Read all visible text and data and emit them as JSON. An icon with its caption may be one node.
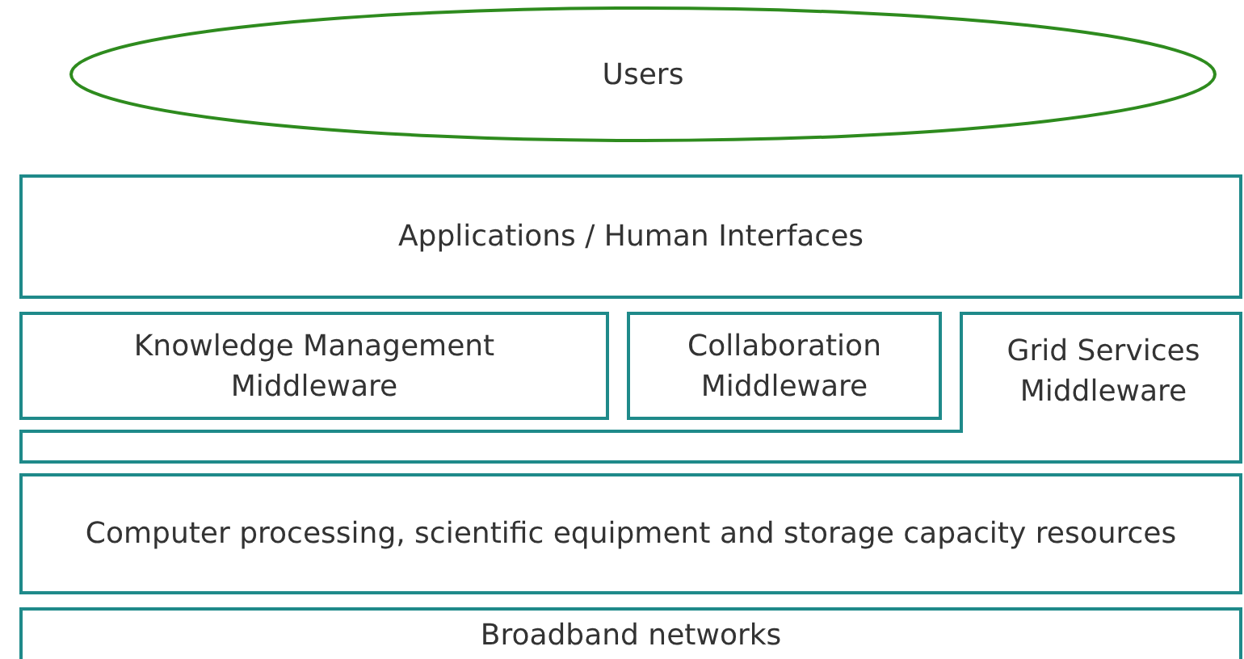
{
  "diagram": {
    "nodes": [
      {
        "text": [
          "Users"
        ]
      },
      {
        "text": [
          "Applications / Human Interfaces"
        ]
      },
      {
        "text": [
          "Knowledge Management Middleware"
        ]
      },
      {
        "text": [
          "Collaboration Middleware"
        ]
      },
      {
        "text": [
          "Grid Services Middleware"
        ]
      },
      {
        "text": [
          "Computer processing, scientific equipment and storage capacity resources"
        ]
      },
      {
        "text": [
          "Broadband networks"
        ]
      }
    ]
  }
}
